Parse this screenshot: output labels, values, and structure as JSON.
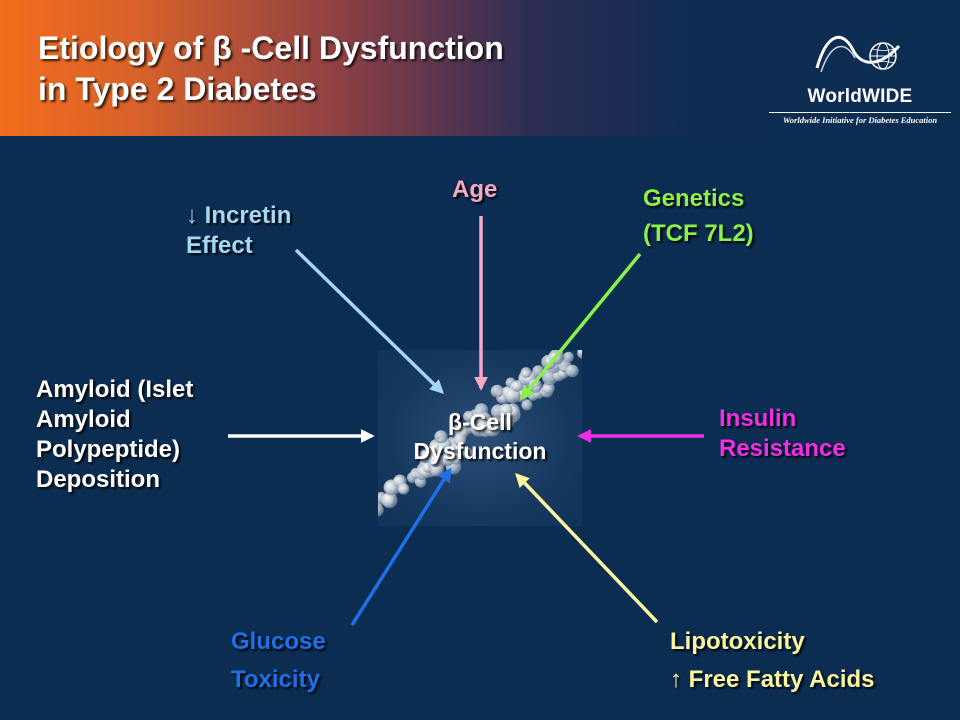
{
  "slide": {
    "title_lines": [
      "Etiology of β -Cell Dysfunction",
      "in Type 2 Diabetes"
    ],
    "logo": {
      "name": "WorldWIDE",
      "tagline": "Worldwide Initiative for Diabetes Education"
    }
  },
  "diagram": {
    "center": {
      "lines": [
        "β-Cell",
        "Dysfunction"
      ]
    },
    "factors": [
      {
        "id": "incretin",
        "lines": [
          "↓ Incretin",
          "Effect"
        ],
        "color": "#a6d7f2"
      },
      {
        "id": "age",
        "lines": [
          "Age"
        ],
        "color": "#f6a8c4"
      },
      {
        "id": "genetics",
        "lines": [
          "Genetics",
          "(TCF 7L2)"
        ],
        "color": "#8cf04a"
      },
      {
        "id": "amyloid",
        "lines": [
          "Amyloid (Islet",
          "Amyloid",
          "Polypeptide)",
          "Deposition"
        ],
        "color": "#ffffff"
      },
      {
        "id": "insulin",
        "lines": [
          "Insulin",
          "Resistance"
        ],
        "color": "#f02ee6"
      },
      {
        "id": "glucose",
        "lines": [
          "Glucose",
          "Toxicity"
        ],
        "color": "#1f6fe6"
      },
      {
        "id": "lipotoxicity",
        "lines": [
          "Lipotoxicity",
          "↑ Free Fatty Acids"
        ],
        "color": "#fbf6a0"
      }
    ]
  }
}
